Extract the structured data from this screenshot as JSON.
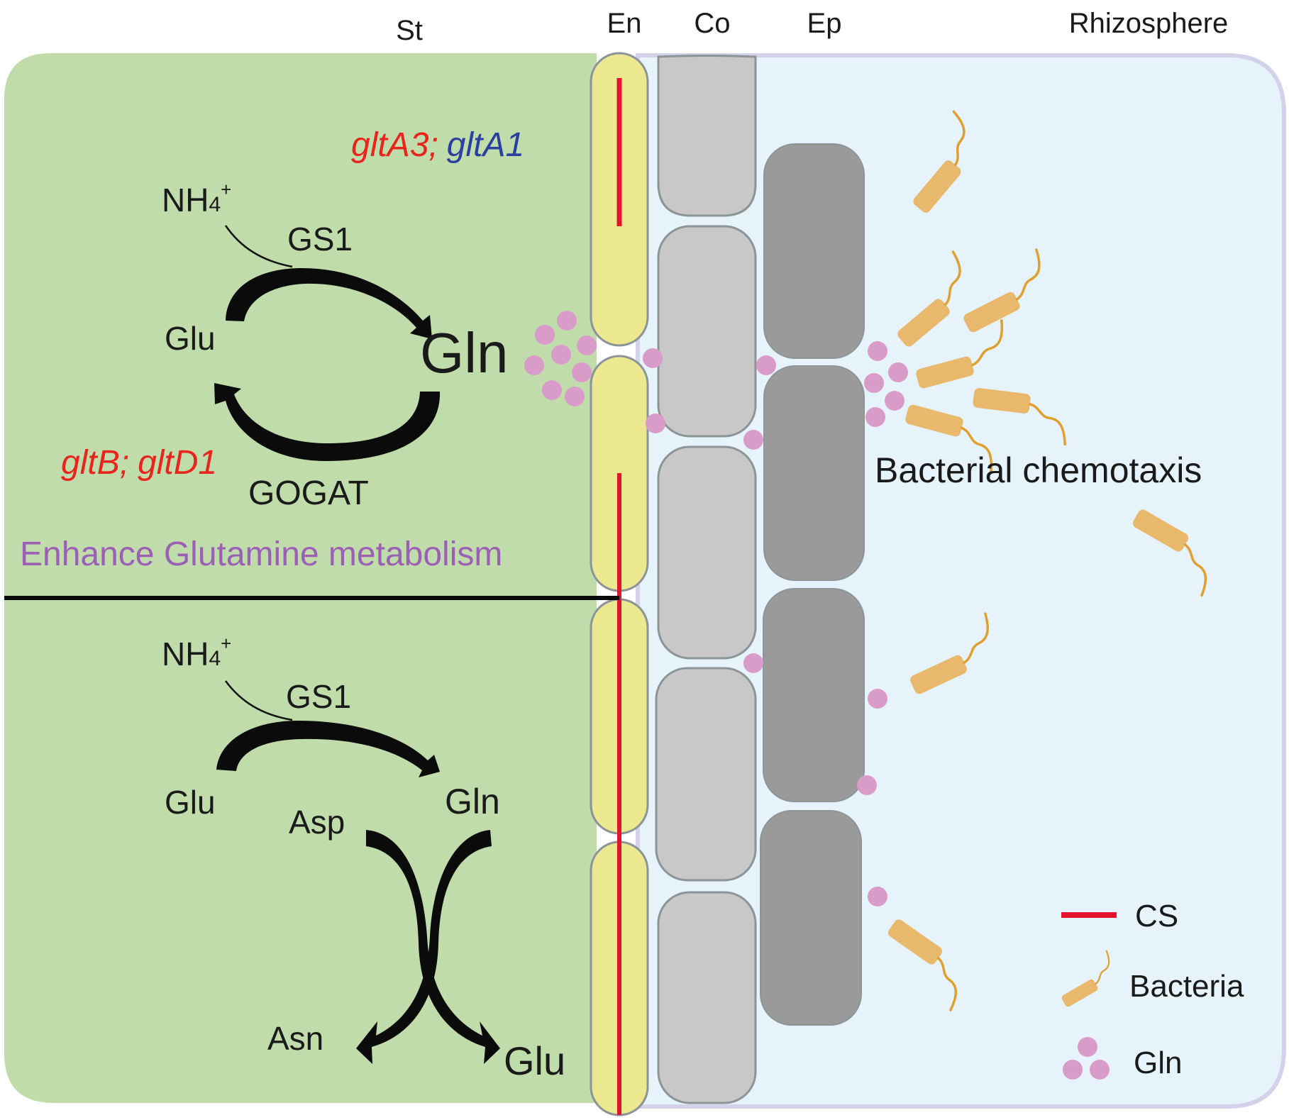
{
  "header_labels": {
    "stele": "St",
    "endodermis": "En",
    "cortex": "Co",
    "epidermis": "Ep",
    "rhizosphere": "Rhizosphere"
  },
  "upper_pathway": {
    "genes_top_a": "gltA3",
    "genes_top_sep": ";",
    "genes_top_b": "gltA1",
    "ammonium": "NH",
    "ammonium_sub": "4",
    "ammonium_sup": "+",
    "enzyme_gs": "GS1",
    "substrate": "Glu",
    "product": "Gln",
    "genes_bottom_a": "gltB",
    "genes_bottom_sep": ";",
    "genes_bottom_b": "gltD1",
    "enzyme_gogat": "GOGAT",
    "caption": "Enhance Glutamine metabolism"
  },
  "lower_pathway": {
    "ammonium": "NH",
    "ammonium_sub": "4",
    "ammonium_sup": "+",
    "enzyme_gs": "GS1",
    "substrate": "Glu",
    "product": "Gln",
    "asp": "Asp",
    "asn": "Asn",
    "glu_out": "Glu"
  },
  "rhizosphere": {
    "annotation": "Bacterial chemotaxis"
  },
  "legend": {
    "items": [
      {
        "label": "CS",
        "symbol": "red-line"
      },
      {
        "label": "Bacteria",
        "symbol": "bacterium"
      },
      {
        "label": "Gln",
        "symbol": "pink-dots"
      }
    ]
  },
  "colors": {
    "stele_bg": "#c0dcaa",
    "rhizosphere_bg": "#e6f3fb",
    "rhizosphere_border": "#d3d2ea",
    "endodermis_fill": "#ece88f",
    "cortex_fill": "#c8c8c8",
    "epidermis_fill": "#9a9a9a",
    "cell_border": "#8c9497",
    "casparian_strip": "#e2142e",
    "bacteria": "#e8b86c",
    "flagellum": "#e0a030",
    "gln_dot": "#d99cc9",
    "gene_red": "#e8241c",
    "gene_blue": "#2a3fa0",
    "caption_purple": "#9b5fb5"
  }
}
